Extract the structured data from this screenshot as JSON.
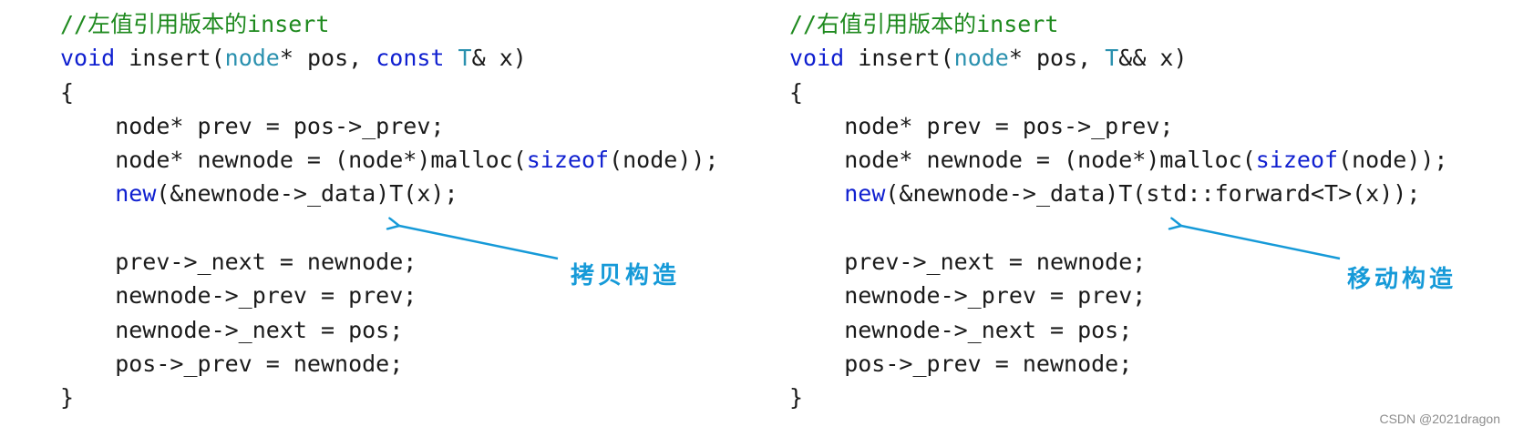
{
  "left_snippet": {
    "lines": [
      [
        {
          "t": "//左值引用版本的insert",
          "c": "comment"
        }
      ],
      [
        {
          "t": "void",
          "c": "keyword"
        },
        {
          "t": " insert(",
          "c": "plain"
        },
        {
          "t": "node",
          "c": "type"
        },
        {
          "t": "* pos, ",
          "c": "plain"
        },
        {
          "t": "const",
          "c": "keyword"
        },
        {
          "t": " ",
          "c": "plain"
        },
        {
          "t": "T",
          "c": "type"
        },
        {
          "t": "& x)",
          "c": "plain"
        }
      ],
      [
        {
          "t": "{",
          "c": "plain"
        }
      ],
      [
        {
          "t": "    node* prev = pos->_prev;",
          "c": "plain"
        }
      ],
      [
        {
          "t": "    node* newnode = (node*)malloc(",
          "c": "plain"
        },
        {
          "t": "sizeof",
          "c": "keyword"
        },
        {
          "t": "(node));",
          "c": "plain"
        }
      ],
      [
        {
          "t": "    ",
          "c": "plain"
        },
        {
          "t": "new",
          "c": "keyword"
        },
        {
          "t": "(&newnode->_data)T(x);",
          "c": "plain"
        }
      ],
      [
        {
          "t": "",
          "c": "plain"
        }
      ],
      [
        {
          "t": "    prev->_next = newnode;",
          "c": "plain"
        }
      ],
      [
        {
          "t": "    newnode->_prev = prev;",
          "c": "plain"
        }
      ],
      [
        {
          "t": "    newnode->_next = pos;",
          "c": "plain"
        }
      ],
      [
        {
          "t": "    pos->_prev = newnode;",
          "c": "plain"
        }
      ],
      [
        {
          "t": "}",
          "c": "plain"
        }
      ]
    ],
    "annotation": "拷贝构造"
  },
  "right_snippet": {
    "lines": [
      [
        {
          "t": "//右值引用版本的insert",
          "c": "comment"
        }
      ],
      [
        {
          "t": "void",
          "c": "keyword"
        },
        {
          "t": " insert(",
          "c": "plain"
        },
        {
          "t": "node",
          "c": "type"
        },
        {
          "t": "* pos, ",
          "c": "plain"
        },
        {
          "t": "T",
          "c": "type"
        },
        {
          "t": "&& x)",
          "c": "plain"
        }
      ],
      [
        {
          "t": "{",
          "c": "plain"
        }
      ],
      [
        {
          "t": "    node* prev = pos->_prev;",
          "c": "plain"
        }
      ],
      [
        {
          "t": "    node* newnode = (node*)malloc(",
          "c": "plain"
        },
        {
          "t": "sizeof",
          "c": "keyword"
        },
        {
          "t": "(node));",
          "c": "plain"
        }
      ],
      [
        {
          "t": "    ",
          "c": "plain"
        },
        {
          "t": "new",
          "c": "keyword"
        },
        {
          "t": "(&newnode->_data)T(std::forward<T>(x));",
          "c": "plain"
        }
      ],
      [
        {
          "t": "",
          "c": "plain"
        }
      ],
      [
        {
          "t": "    prev->_next = newnode;",
          "c": "plain"
        }
      ],
      [
        {
          "t": "    newnode->_prev = prev;",
          "c": "plain"
        }
      ],
      [
        {
          "t": "    newnode->_next = pos;",
          "c": "plain"
        }
      ],
      [
        {
          "t": "    pos->_prev = newnode;",
          "c": "plain"
        }
      ],
      [
        {
          "t": "}",
          "c": "plain"
        }
      ]
    ],
    "annotation": "移动构造"
  },
  "watermark": "CSDN @2021dragon",
  "colors": {
    "comment": "#1f8a1f",
    "keyword": "#1020d0",
    "type": "#2b91af",
    "plain": "#1a1a1a",
    "annotation": "#169ad8"
  },
  "icons": {
    "left_arrow": "arrow-icon",
    "right_arrow": "arrow-icon"
  }
}
